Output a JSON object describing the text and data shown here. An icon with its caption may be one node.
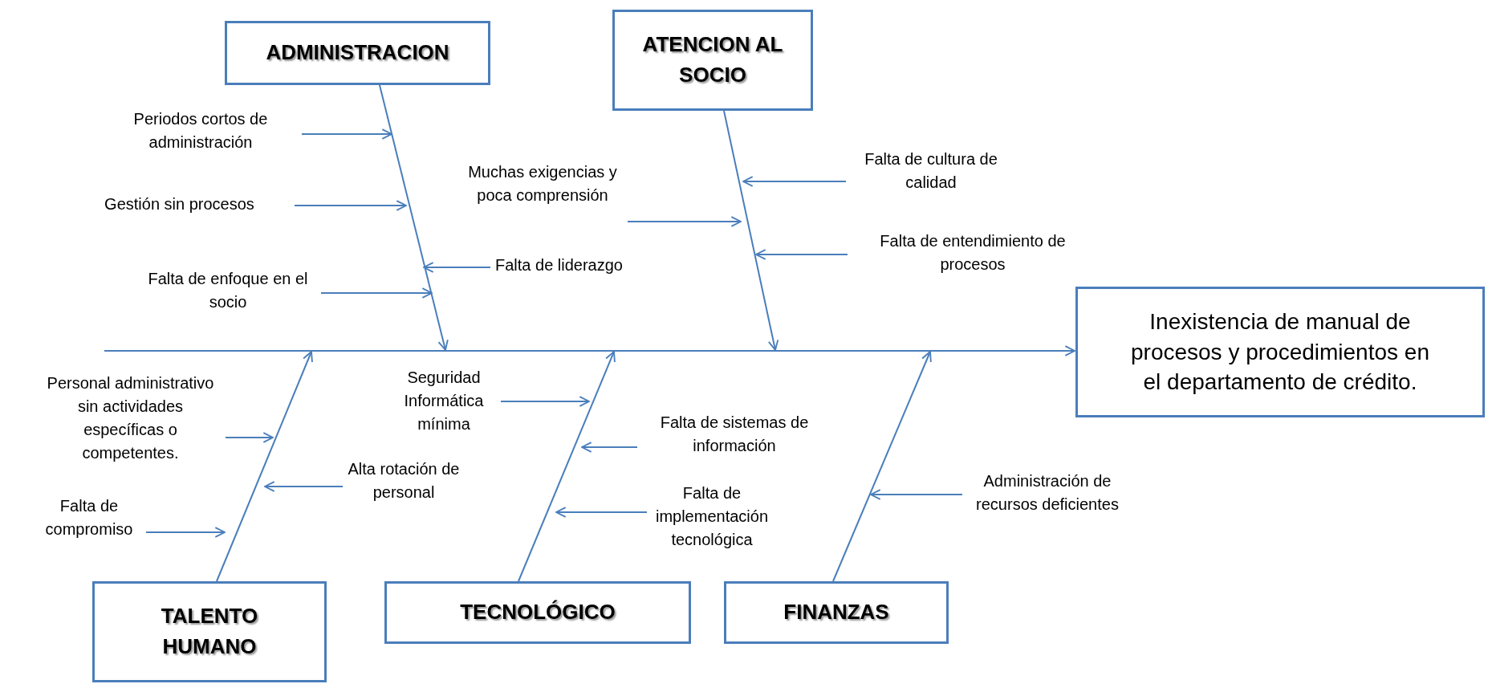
{
  "diagram": {
    "nodes": [
      {
        "text": [
          "ADMINISTRACION"
        ]
      },
      {
        "text": [
          "ATENCION AL SOCIO"
        ]
      },
      {
        "text": [
          "Inexistencia de manual de procesos y procedimientos en el departamento de crédito."
        ]
      },
      {
        "text": [
          "TALENTO HUMANO"
        ]
      },
      {
        "text": [
          "TECNOLÓGICO"
        ]
      },
      {
        "text": [
          "FINANZAS"
        ]
      },
      {
        "text": [
          "Periodos cortos de administración"
        ]
      },
      {
        "text": [
          "Gestión sin procesos"
        ]
      },
      {
        "text": [
          "Falta de enfoque en el socio"
        ]
      },
      {
        "text": [
          "Falta de liderazgo"
        ]
      },
      {
        "text": [
          "Muchas exigencias y poca comprensión"
        ]
      },
      {
        "text": [
          "Falta de cultura de calidad"
        ]
      },
      {
        "text": [
          "Falta de entendimiento de procesos"
        ]
      },
      {
        "text": [
          "Personal administrativo sin actividades específicas o competentes."
        ]
      },
      {
        "text": [
          "Alta rotación de personal"
        ]
      },
      {
        "text": [
          "Falta de compromiso"
        ]
      },
      {
        "text": [
          "Seguridad Informática mínima"
        ]
      },
      {
        "text": [
          "Falta de sistemas de información"
        ]
      },
      {
        "text": [
          "Falta de implementación tecnológica"
        ]
      },
      {
        "text": [
          "Administración de recursos deficientes"
        ]
      },
      {
        "text": [],
        "shape": "bar"
      }
    ],
    "edges": [
      {
        "from": 0,
        "to": 20,
        "arrow": "to"
      },
      {
        "from": 1,
        "to": 20,
        "arrow": "to"
      },
      {
        "from": 3,
        "to": 20,
        "arrow": "to"
      },
      {
        "from": 4,
        "to": 20,
        "arrow": "to"
      },
      {
        "from": 5,
        "to": 20,
        "arrow": "to"
      },
      {
        "from": 6,
        "to": null,
        "arrow": "to"
      },
      {
        "from": 7,
        "to": null,
        "arrow": "to"
      },
      {
        "from": 8,
        "to": null,
        "arrow": "to"
      },
      {
        "from": 9,
        "to": null,
        "arrow": "to"
      },
      {
        "from": 10,
        "to": null,
        "arrow": "to"
      },
      {
        "from": 11,
        "to": null,
        "arrow": "to"
      },
      {
        "from": 12,
        "to": null,
        "arrow": "to"
      },
      {
        "from": 13,
        "to": null,
        "arrow": "to"
      },
      {
        "from": 14,
        "to": null,
        "arrow": "to"
      },
      {
        "from": 15,
        "to": null,
        "arrow": "to"
      },
      {
        "from": 16,
        "to": null,
        "arrow": "to"
      },
      {
        "from": 17,
        "to": null,
        "arrow": "to"
      },
      {
        "from": 18,
        "to": null,
        "arrow": "to"
      },
      {
        "from": 19,
        "to": null,
        "arrow": "to"
      },
      {
        "from": 20,
        "to": 2,
        "arrow": "to"
      }
    ]
  }
}
